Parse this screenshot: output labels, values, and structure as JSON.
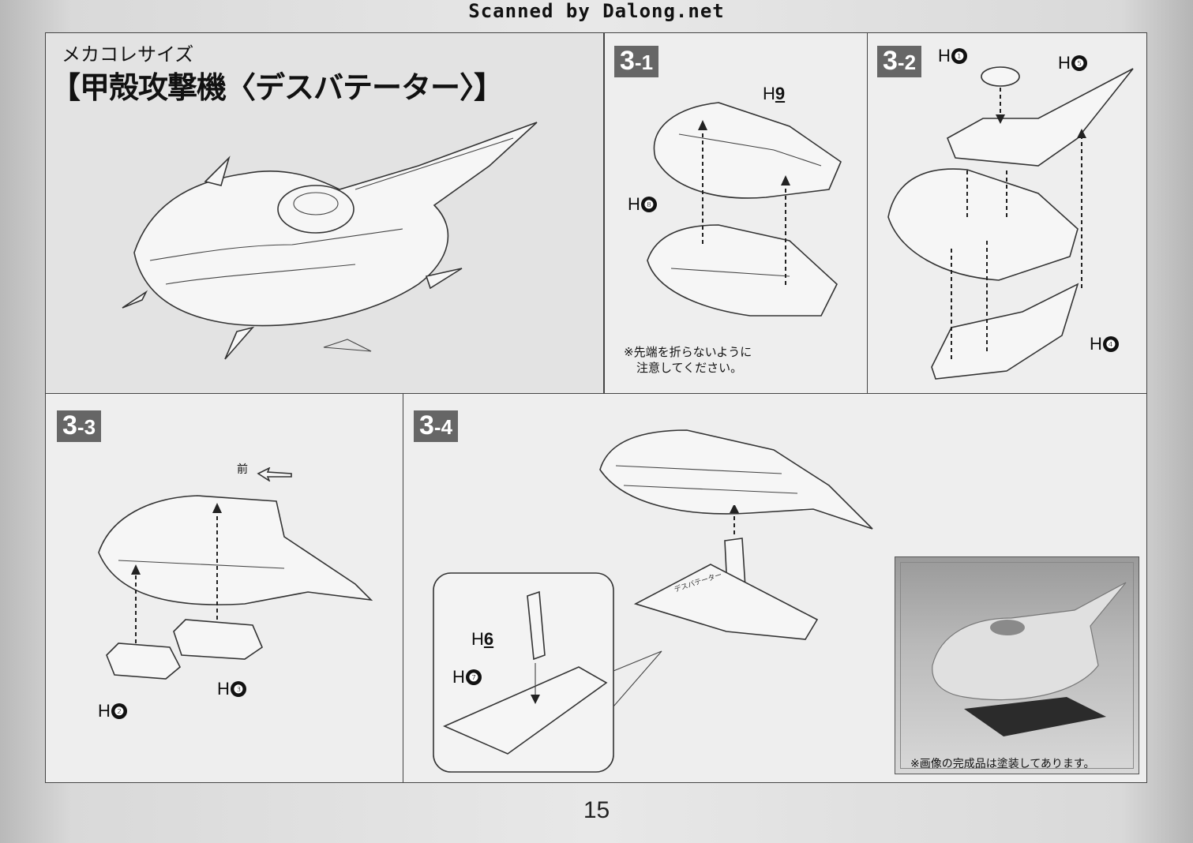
{
  "header": {
    "credit": "Scanned by Dalong.net"
  },
  "title": {
    "subtitle": "メカコレサイズ",
    "main": "【甲殻攻撃機〈デスバテーター〉】"
  },
  "steps": {
    "s31": {
      "big": "3",
      "small": "-1"
    },
    "s32": {
      "big": "3",
      "small": "-2"
    },
    "s33": {
      "big": "3",
      "small": "-3"
    },
    "s34": {
      "big": "3",
      "small": "-4"
    }
  },
  "parts": {
    "h1": {
      "prefix": "H",
      "num": "❶"
    },
    "h2": {
      "prefix": "H",
      "num": "❷"
    },
    "h3": {
      "prefix": "H",
      "num": "❸"
    },
    "h4": {
      "prefix": "H",
      "num": "❹"
    },
    "h5": {
      "prefix": "H",
      "num": "❺"
    },
    "h6": {
      "prefix": "H",
      "num": "6"
    },
    "h7": {
      "prefix": "H",
      "num": "❼"
    },
    "h8": {
      "prefix": "H",
      "num": "❽"
    },
    "h9": {
      "prefix": "H",
      "num": "9"
    }
  },
  "notes": {
    "tip_line1": "※先端を折らないように",
    "tip_line2": "注意してください。",
    "front": "前",
    "photo_caption": "※画像の完成品は塗装してあります。",
    "stand_label": "デスバテーター"
  },
  "page_number": "15"
}
